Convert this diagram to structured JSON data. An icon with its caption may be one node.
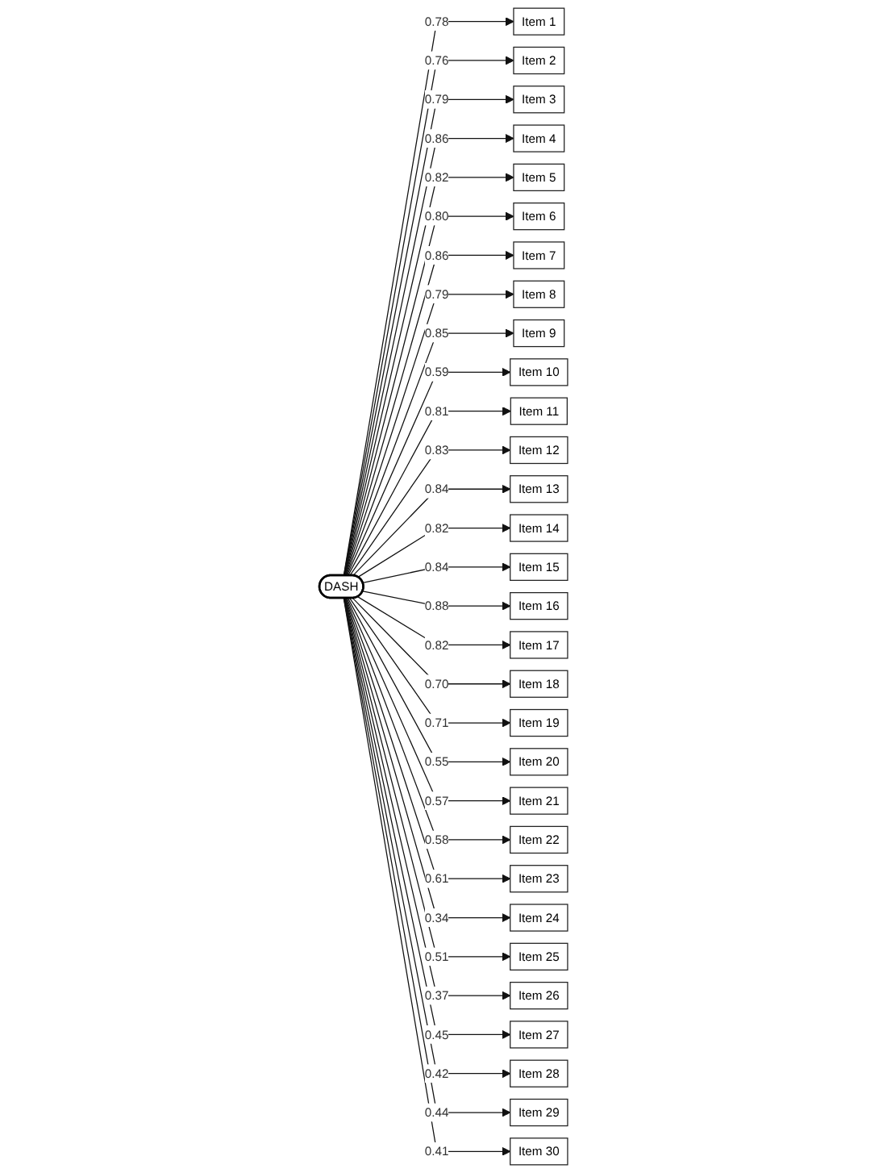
{
  "diagram": {
    "nodes": [
      {
        "text": [
          "DASH"
        ]
      },
      {
        "text": [
          "Item 1"
        ]
      },
      {
        "text": [
          "Item 2"
        ]
      },
      {
        "text": [
          "Item 3"
        ]
      },
      {
        "text": [
          "Item 4"
        ]
      },
      {
        "text": [
          "Item 5"
        ]
      },
      {
        "text": [
          "Item 6"
        ]
      },
      {
        "text": [
          "Item 7"
        ]
      },
      {
        "text": [
          "Item 8"
        ]
      },
      {
        "text": [
          "Item 9"
        ]
      },
      {
        "text": [
          "Item 10"
        ]
      },
      {
        "text": [
          "Item 11"
        ]
      },
      {
        "text": [
          "Item 12"
        ]
      },
      {
        "text": [
          "Item 13"
        ]
      },
      {
        "text": [
          "Item 14"
        ]
      },
      {
        "text": [
          "Item 15"
        ]
      },
      {
        "text": [
          "Item 16"
        ]
      },
      {
        "text": [
          "Item 17"
        ]
      },
      {
        "text": [
          "Item 18"
        ]
      },
      {
        "text": [
          "Item 19"
        ]
      },
      {
        "text": [
          "Item 20"
        ]
      },
      {
        "text": [
          "Item 21"
        ]
      },
      {
        "text": [
          "Item 22"
        ]
      },
      {
        "text": [
          "Item 23"
        ]
      },
      {
        "text": [
          "Item 24"
        ]
      },
      {
        "text": [
          "Item 25"
        ]
      },
      {
        "text": [
          "Item 26"
        ]
      },
      {
        "text": [
          "Item 27"
        ]
      },
      {
        "text": [
          "Item 28"
        ]
      },
      {
        "text": [
          "Item 29"
        ]
      },
      {
        "text": [
          "Item 30"
        ]
      }
    ],
    "edges": [
      {
        "from": 0,
        "to": 1,
        "arrow": "to",
        "label": "0.78"
      },
      {
        "from": 0,
        "to": 2,
        "arrow": "to",
        "label": "0.76"
      },
      {
        "from": 0,
        "to": 3,
        "arrow": "to",
        "label": "0.79"
      },
      {
        "from": 0,
        "to": 4,
        "arrow": "to",
        "label": "0.86"
      },
      {
        "from": 0,
        "to": 5,
        "arrow": "to",
        "label": "0.82"
      },
      {
        "from": 0,
        "to": 6,
        "arrow": "to",
        "label": "0.80"
      },
      {
        "from": 0,
        "to": 7,
        "arrow": "to",
        "label": "0.86"
      },
      {
        "from": 0,
        "to": 8,
        "arrow": "to",
        "label": "0.79"
      },
      {
        "from": 0,
        "to": 9,
        "arrow": "to",
        "label": "0.85"
      },
      {
        "from": 0,
        "to": 10,
        "arrow": "to",
        "label": "0.59"
      },
      {
        "from": 0,
        "to": 11,
        "arrow": "to",
        "label": "0.81"
      },
      {
        "from": 0,
        "to": 12,
        "arrow": "to",
        "label": "0.83"
      },
      {
        "from": 0,
        "to": 13,
        "arrow": "to",
        "label": "0.84"
      },
      {
        "from": 0,
        "to": 14,
        "arrow": "to",
        "label": "0.82"
      },
      {
        "from": 0,
        "to": 15,
        "arrow": "to",
        "label": "0.84"
      },
      {
        "from": 0,
        "to": 16,
        "arrow": "to",
        "label": "0.88"
      },
      {
        "from": 0,
        "to": 17,
        "arrow": "to",
        "label": "0.82"
      },
      {
        "from": 0,
        "to": 18,
        "arrow": "to",
        "label": "0.70"
      },
      {
        "from": 0,
        "to": 19,
        "arrow": "to",
        "label": "0.71"
      },
      {
        "from": 0,
        "to": 20,
        "arrow": "to",
        "label": "0.55"
      },
      {
        "from": 0,
        "to": 21,
        "arrow": "to",
        "label": "0.57"
      },
      {
        "from": 0,
        "to": 22,
        "arrow": "to",
        "label": "0.58"
      },
      {
        "from": 0,
        "to": 23,
        "arrow": "to",
        "label": "0.61"
      },
      {
        "from": 0,
        "to": 24,
        "arrow": "to",
        "label": "0.34"
      },
      {
        "from": 0,
        "to": 25,
        "arrow": "to",
        "label": "0.51"
      },
      {
        "from": 0,
        "to": 26,
        "arrow": "to",
        "label": "0.37"
      },
      {
        "from": 0,
        "to": 27,
        "arrow": "to",
        "label": "0.45"
      },
      {
        "from": 0,
        "to": 28,
        "arrow": "to",
        "label": "0.42"
      },
      {
        "from": 0,
        "to": 29,
        "arrow": "to",
        "label": "0.44"
      },
      {
        "from": 0,
        "to": 30,
        "arrow": "to",
        "label": "0.41"
      }
    ]
  }
}
